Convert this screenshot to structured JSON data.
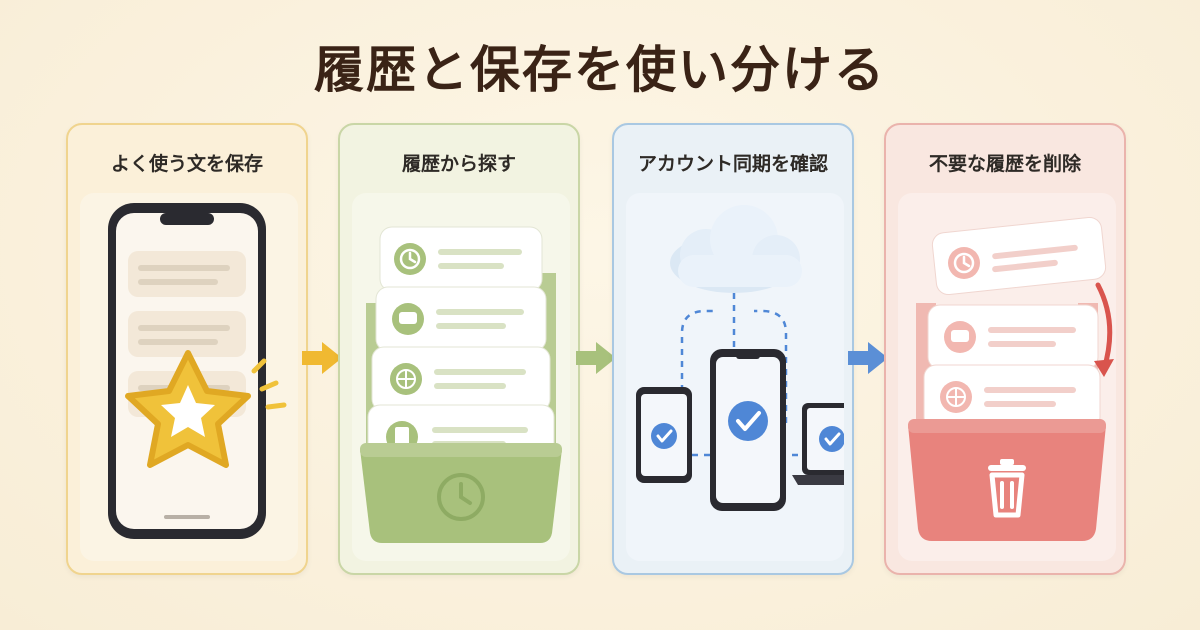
{
  "title": "履歴と保存を使い分ける",
  "panels": [
    {
      "label": "よく使う文を保存"
    },
    {
      "label": "履歴から探す"
    },
    {
      "label": "アカウント同期を確認"
    },
    {
      "label": "不要な履歴を削除"
    }
  ],
  "colors": {
    "title": "#3a2316",
    "yellow": "#f0c23a",
    "green": "#a8c17c",
    "blue": "#4f87d6",
    "red": "#e57a75"
  }
}
